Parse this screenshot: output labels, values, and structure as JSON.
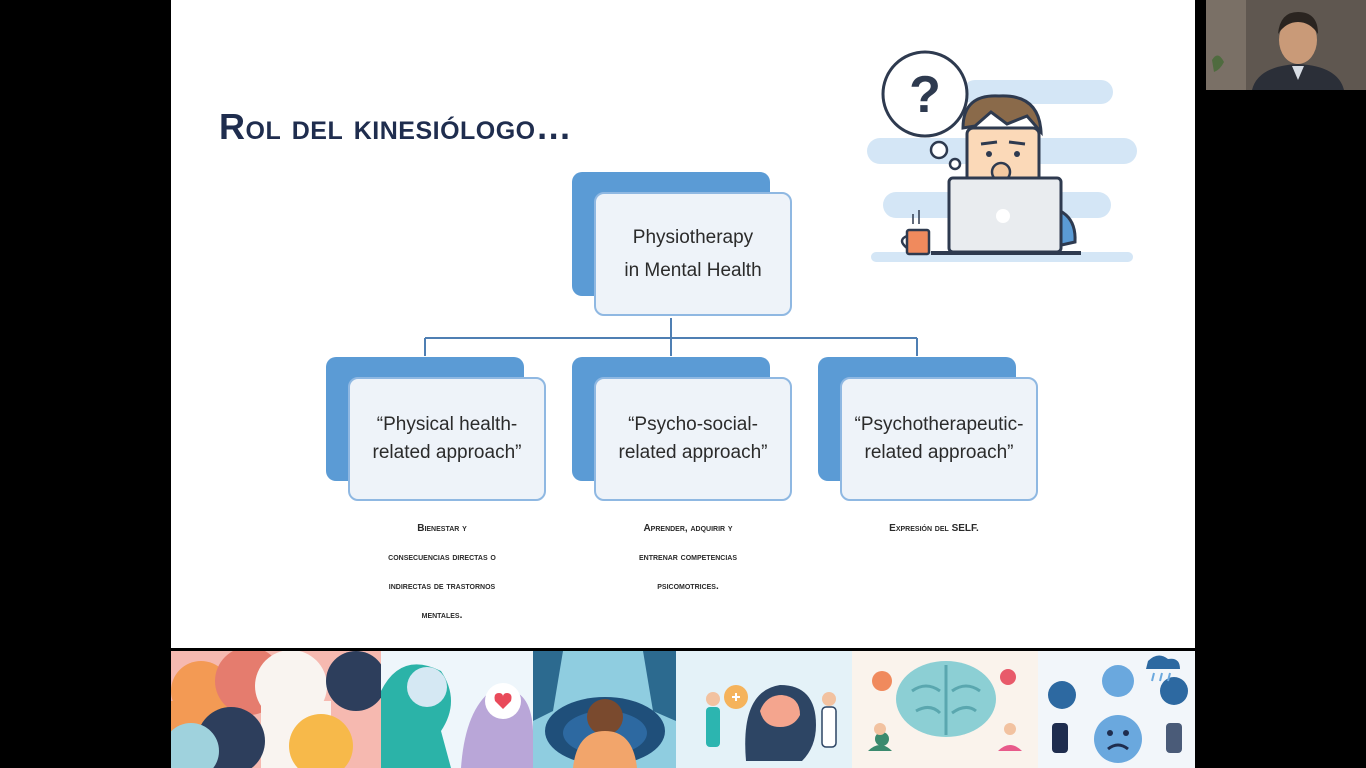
{
  "slide": {
    "title": "Rol del kinesiólogo…",
    "top_node": {
      "line1": "Physiotherapy",
      "line2": "in Mental Health"
    },
    "nodes": [
      {
        "line1": "“Physical health-",
        "line2": "related approach”"
      },
      {
        "line1": "“Psycho-social-",
        "line2": "related approach”"
      },
      {
        "line1": "“Psychotherapeutic-",
        "line2": "related approach”"
      }
    ],
    "descriptions": [
      [
        "Bienestar y",
        "consecuencias directas o",
        "indirectas de trastornos",
        "mentales."
      ],
      [
        "Aprender, adquirir y",
        "entrenar competencias",
        "psicomotrices."
      ],
      [
        "Expresión del SELF."
      ]
    ],
    "illustration": {
      "question_mark": "?"
    }
  },
  "colors": {
    "node_back": "#5b9bd5",
    "node_front": "#eef3f9",
    "node_border": "#8fb8e2",
    "title": "#1f2d4e",
    "connector": "#4f7fb3"
  },
  "strip_tiles": [
    {
      "name": "silhouettes-tile",
      "icon": "people-silhouettes-icon"
    },
    {
      "name": "heads-tile",
      "icon": "mind-heart-icon"
    },
    {
      "name": "sad-person-tile",
      "icon": "depressed-person-icon"
    },
    {
      "name": "doctors-brain-tile",
      "icon": "brain-care-icon"
    },
    {
      "name": "brain-meditation-tile",
      "icon": "brain-meditation-icon"
    },
    {
      "name": "sad-faces-tile",
      "icon": "sad-faces-icon"
    }
  ]
}
